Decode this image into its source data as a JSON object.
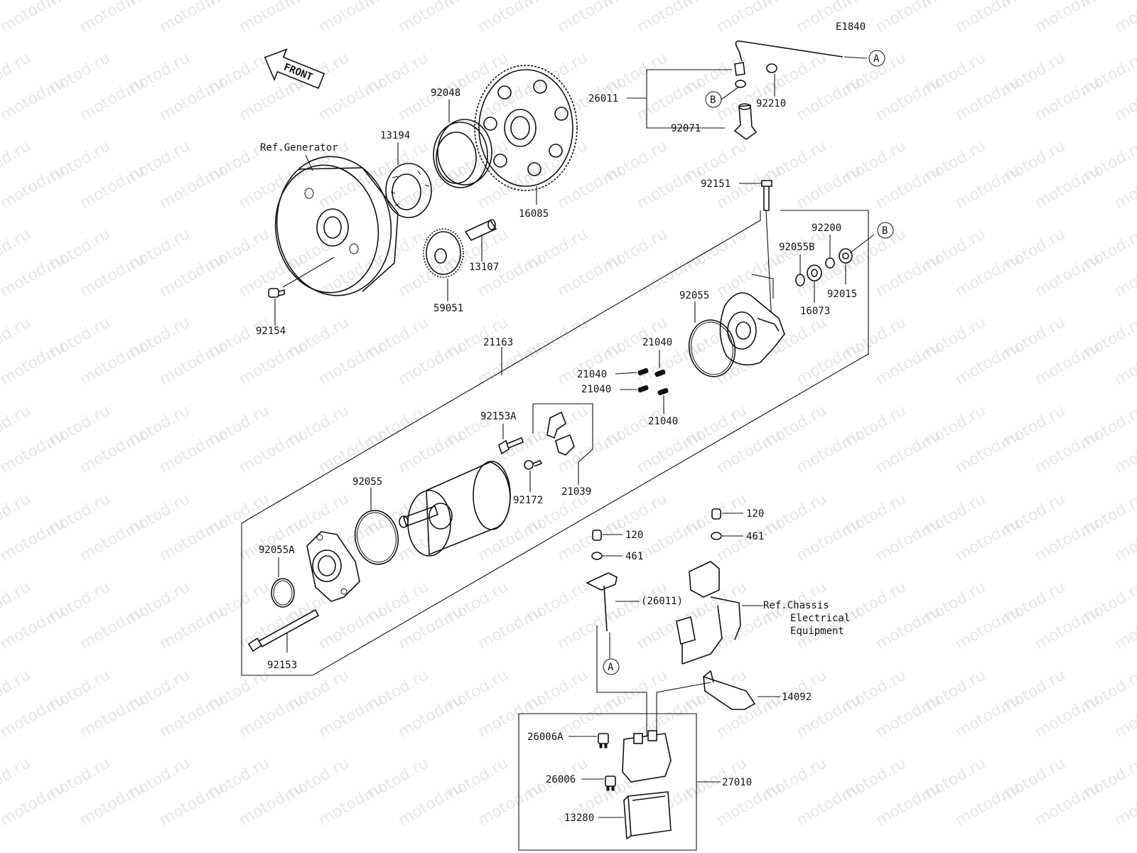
{
  "diagram": {
    "code": "E1840",
    "front_label": "FRONT",
    "watermark": "motod.ru",
    "callouts": {
      "a": "A",
      "b": "B"
    },
    "refs": {
      "generator": "Ref.Generator",
      "chassis_line1": "Ref.Chassis",
      "chassis_line2": "Electrical",
      "chassis_line3": "Equipment"
    },
    "parts": {
      "p26011": "26011",
      "p92071": "92071",
      "p92210": "92210",
      "p92048": "92048",
      "p13194": "13194",
      "p16085": "16085",
      "p13107": "13107",
      "p59051": "59051",
      "p92154": "92154",
      "p92151": "92151",
      "p92200": "92200",
      "p92055B": "92055B",
      "p92015": "92015",
      "p16073": "16073",
      "p92055_top": "92055",
      "p21163": "21163",
      "p21040_a": "21040",
      "p21040_b": "21040",
      "p21040_c": "21040",
      "p21040_d": "21040",
      "p92153A": "92153A",
      "p21039": "21039",
      "p92172": "92172",
      "p92055_bot": "92055",
      "p92055A": "92055A",
      "p92153": "92153",
      "p120_a": "120",
      "p461_a": "461",
      "p120_b": "120",
      "p461_b": "461",
      "p26011_paren": "(26011)",
      "p14092": "14092",
      "p26006A": "26006A",
      "p26006": "26006",
      "p27010": "27010",
      "p13280": "13280"
    }
  }
}
